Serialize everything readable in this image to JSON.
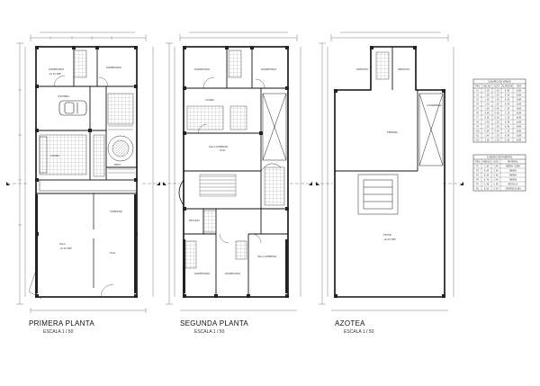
{
  "panels": [
    {
      "title": "PRIMERA PLANTA",
      "scale": "ESCALA 1 / 50"
    },
    {
      "title": "SEGUNDA PLANTA",
      "scale": "ESCALA 1 / 50"
    },
    {
      "title": "AZOTEA",
      "scale": "ESCALA 1 / 50"
    }
  ],
  "tables": [
    {
      "title": "CUADRO DE VANOS",
      "header": [
        "TIPO",
        "ANCHO",
        "ALTO",
        "ALFEIZAR",
        "MAT."
      ],
      "rows": [
        [
          "V1",
          "2.10",
          "1.20",
          "0.90",
          "ALUM."
        ],
        [
          "V2",
          "1.80",
          "1.20",
          "0.90",
          "ALUM."
        ],
        [
          "V3",
          "1.50",
          "1.20",
          "0.90",
          "ALUM."
        ],
        [
          "V4",
          "1.20",
          "1.20",
          "0.90",
          "ALUM."
        ],
        [
          "V5",
          "1.00",
          "0.60",
          "1.50",
          "ALUM."
        ],
        [
          "V6",
          "0.80",
          "0.60",
          "1.50",
          "ALUM."
        ],
        [
          "V7",
          "0.60",
          "0.60",
          "1.50",
          "ALUM."
        ],
        [
          "V8",
          "2.40",
          "1.20",
          "0.90",
          "ALUM."
        ],
        [
          "V9",
          "1.60",
          "1.20",
          "0.90",
          "ALUM."
        ],
        [
          "V10",
          "0.90",
          "0.40",
          "1.70",
          "ALUM."
        ],
        [
          "V11",
          "1.40",
          "1.20",
          "0.90",
          "ALUM."
        ],
        [
          "V12",
          "3.00",
          "1.20",
          "0.90",
          "ALUM."
        ]
      ]
    },
    {
      "title": "CUADRO DE PUERTAS",
      "header": [
        "TIPO",
        "ANCHO",
        "ALTO",
        "MATERIAL"
      ],
      "rows": [
        [
          "P1",
          "1.00",
          "2.40",
          "MADERA CEDRO"
        ],
        [
          "P2",
          "0.90",
          "2.40",
          "MADERA"
        ],
        [
          "P3",
          "0.80",
          "2.40",
          "MADERA"
        ],
        [
          "P4",
          "0.70",
          "2.40",
          "MADERA"
        ],
        [
          "P5",
          "2.40",
          "2.40",
          "METALICA"
        ],
        [
          "P6",
          "0.60",
          "2.40",
          "CONTRAPLACADA"
        ]
      ]
    }
  ],
  "room_labels": [
    "DORMITORIO",
    "DORMITORIO",
    "COCHERA",
    "COCINA",
    "PATIO",
    "COMEDOR",
    "SALA",
    "HALL",
    "DORMITORIO",
    "DORMITORIO",
    "COCINA",
    "HALL",
    "ESTUDIO",
    "DORMITORIO",
    "DORMITORIO",
    "SALA COMEDOR",
    "SALA COMEDOR",
    "DEPOSITO",
    "DEPOSITO",
    "TERRAZA",
    "LAVANDERIA",
    "TECHO"
  ]
}
